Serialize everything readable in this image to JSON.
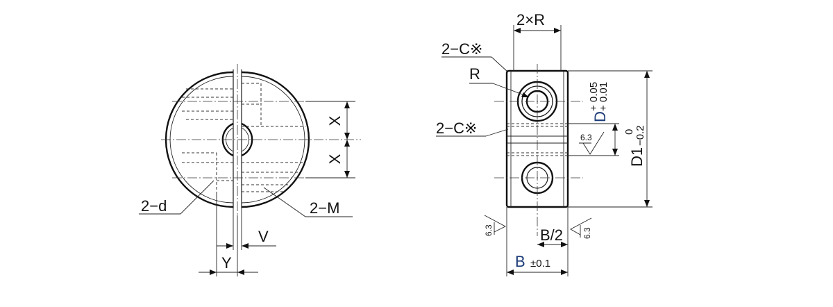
{
  "labels": {
    "x_upper": "X",
    "x_lower": "X",
    "two_d": "2−d",
    "two_m": "2−M",
    "v": "V",
    "y": "Y",
    "two_x_r": "2×R",
    "two_c_top": "2−C※",
    "r": "R",
    "two_c_mid": "2−C※",
    "d_main": "D",
    "d_tol_upper": "+ 0.05",
    "d_tol_lower": "+ 0.01",
    "d1_main": "D1",
    "d1_tol_upper": "0",
    "d1_tol_lower": "−0.2",
    "roughness_mid": "6.3",
    "roughness_left": "6.3",
    "roughness_right": "6.3",
    "b_half": "B/2",
    "b_main": "B",
    "b_tol": "±0.1"
  }
}
